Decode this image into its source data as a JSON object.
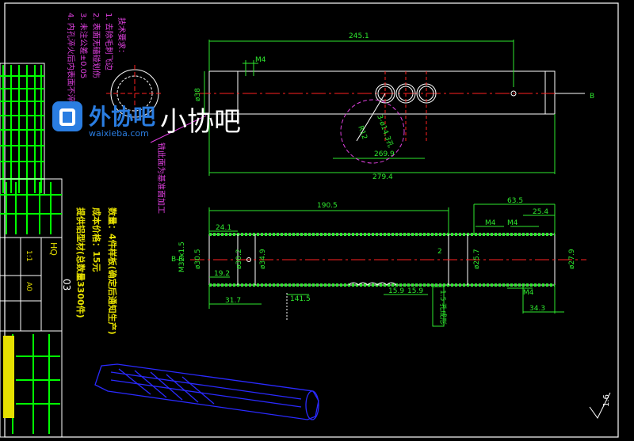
{
  "tech_requirements": {
    "title": "技术要求：",
    "items": [
      "1. 去除毛刺飞边",
      "2. 表面无磕碰划伤",
      "3. 未注公差±0.05",
      "4. 内孔淬火后内表面不淬"
    ]
  },
  "title_block": {
    "drawing_no": "03",
    "material_hint": "HQ",
    "scale": "1:1",
    "sheet": "A0"
  },
  "notes": {
    "quantity": "数量：4件样板(确定后通知生产)",
    "cost": "成本价格：15元",
    "material": "提供铝型材(总数量3300件)"
  },
  "top_view": {
    "dim_overall": "245.1",
    "dim_m4": "M4",
    "dim_dia": "ø38",
    "dim_269": "269.9",
    "dim_279": "279.4",
    "dim_holes": "3-ø14.3孔",
    "dim_r12": "R12",
    "leader_note": "铣此面为基准面加工",
    "section_mark": "B"
  },
  "section_view": {
    "label": "B-B",
    "dim_190": "190.5",
    "dim_63": "63.5",
    "dim_25_4": "25.4",
    "dim_24_1": "24.1",
    "dim_m4_a": "M4",
    "dim_m4_b": "M4",
    "dim_m4_c": "M4",
    "dim_m32": "M32x1.5",
    "dim_30_5": "ø30.5",
    "dim_30_2": "ø30.2",
    "dim_34_9": "ø34.9",
    "dim_25_7": "ø25.7",
    "dim_27_9": "ø27.9",
    "dim_19_2": "19.2",
    "dim_31_7": "31.7",
    "dim_141_5": "141.5",
    "dim_15_9a": "15.9",
    "dim_15_9b": "15.9",
    "dim_34_3": "34.3",
    "dim_2": "2",
    "dim_1_5": "1.5",
    "slot_note": "1.5 孔成形"
  },
  "roughness": "1.6",
  "watermark": {
    "brand_cn": "外协吧",
    "brand_suffix": "小协吧",
    "url": "waixieba.com"
  },
  "colors": {
    "background": "#000000",
    "outline": "#ffffff",
    "dimension": "#2ee82e",
    "centerline": "#ff2020",
    "annotation": "#e040e0",
    "notes": "#e6e000",
    "section": "#2ee82e",
    "model3d": "#2020ff"
  }
}
